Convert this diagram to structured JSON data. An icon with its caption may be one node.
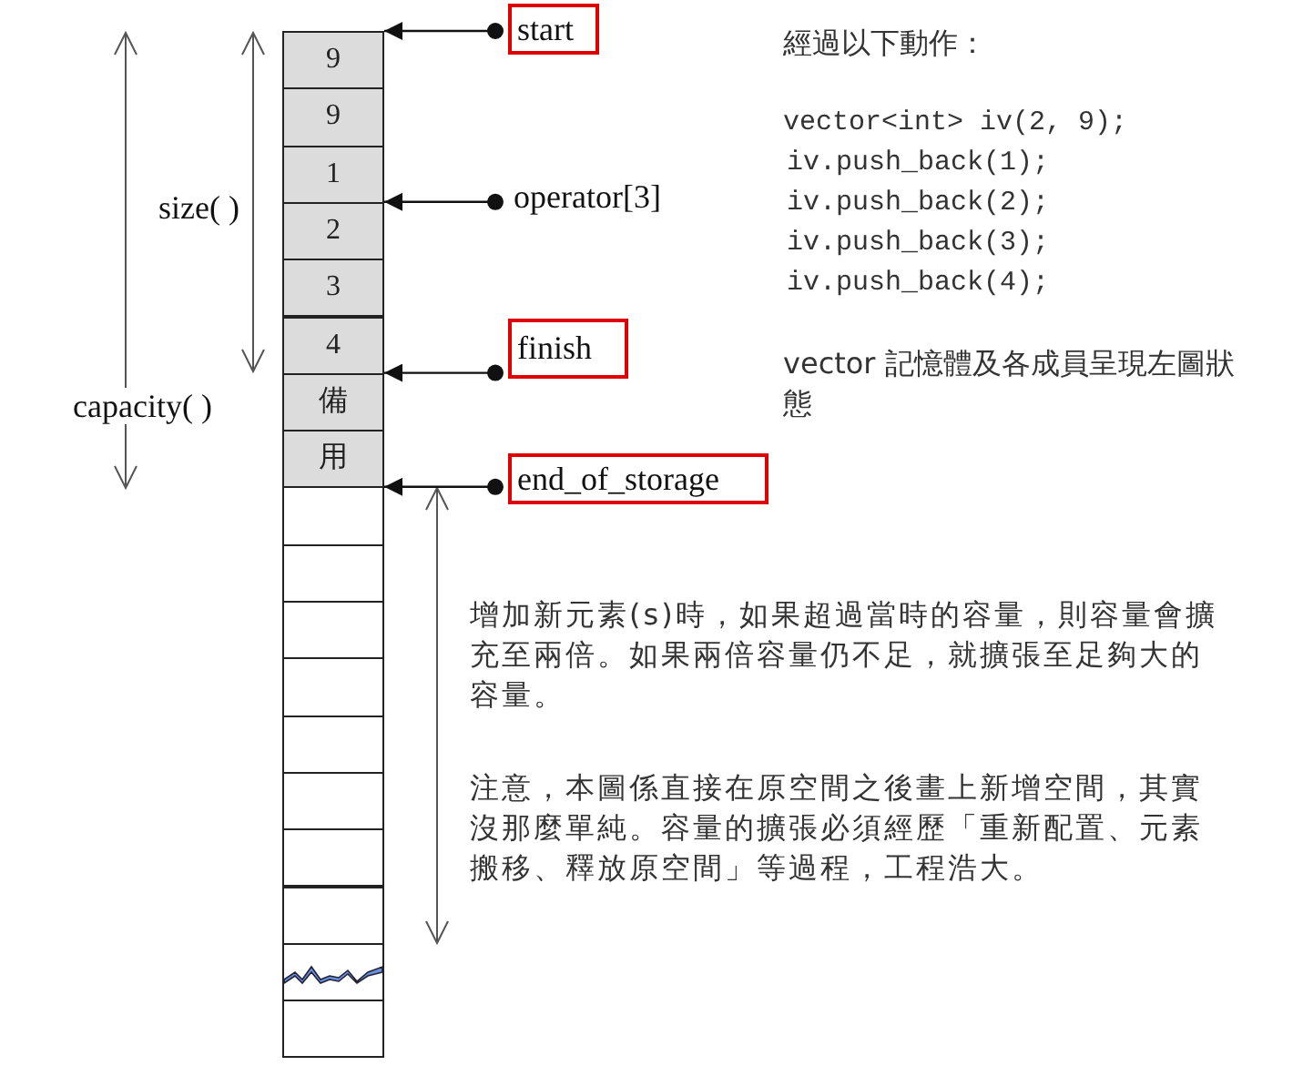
{
  "diagram": {
    "nodes": [
      {
        "text": [
          "9"
        ]
      },
      {
        "text": [
          "9"
        ]
      },
      {
        "text": [
          "1"
        ]
      },
      {
        "text": [
          "2"
        ]
      },
      {
        "text": [
          "3"
        ]
      },
      {
        "text": [
          "4"
        ]
      },
      {
        "text": [
          "備"
        ]
      },
      {
        "text": [
          "用"
        ]
      },
      {
        "text": [],
        "shape": "box"
      },
      {
        "text": [],
        "shape": "box"
      },
      {
        "text": [],
        "shape": "box"
      },
      {
        "text": [],
        "shape": "box"
      },
      {
        "text": [],
        "shape": "box"
      },
      {
        "text": [],
        "shape": "box"
      },
      {
        "text": [],
        "shape": "box"
      },
      {
        "text": [],
        "shape": "box"
      },
      {
        "text": [],
        "shape": "box"
      },
      {
        "text": [],
        "shape": "box"
      },
      {
        "text": [
          "start"
        ]
      },
      {
        "text": [
          "operator[3]"
        ]
      },
      {
        "text": [
          "finish"
        ]
      },
      {
        "text": [
          "end_of_storage"
        ]
      }
    ],
    "edges": [
      {
        "from": 18,
        "to": 0,
        "arrow": "to"
      },
      {
        "from": 19,
        "to": 3,
        "arrow": "to"
      },
      {
        "from": 20,
        "to": 6,
        "arrow": "to"
      },
      {
        "from": 21,
        "to": 8,
        "arrow": "to"
      }
    ],
    "labels": [
      "size( )",
      "capacity( )",
      "經過以下動作：",
      "vector<int> iv(2, 9);",
      "iv.push_back(1);",
      "iv.push_back(2);",
      "iv.push_back(3);",
      "iv.push_back(4);",
      "vector 記憶體及各成員呈現左圖狀態",
      "增加新元素(s)時，如果超過當時的容量，則容量會擴充至兩倍。如果兩倍容量仍不足，就擴張至足夠大的容量。",
      "注意，本圖係直接在原空間之後畫上新增空間，其實沒那麼單純。容量的擴張必須經歷「重新配置、元素搬移、釋放原空間」等過程，工程浩大。"
    ]
  }
}
